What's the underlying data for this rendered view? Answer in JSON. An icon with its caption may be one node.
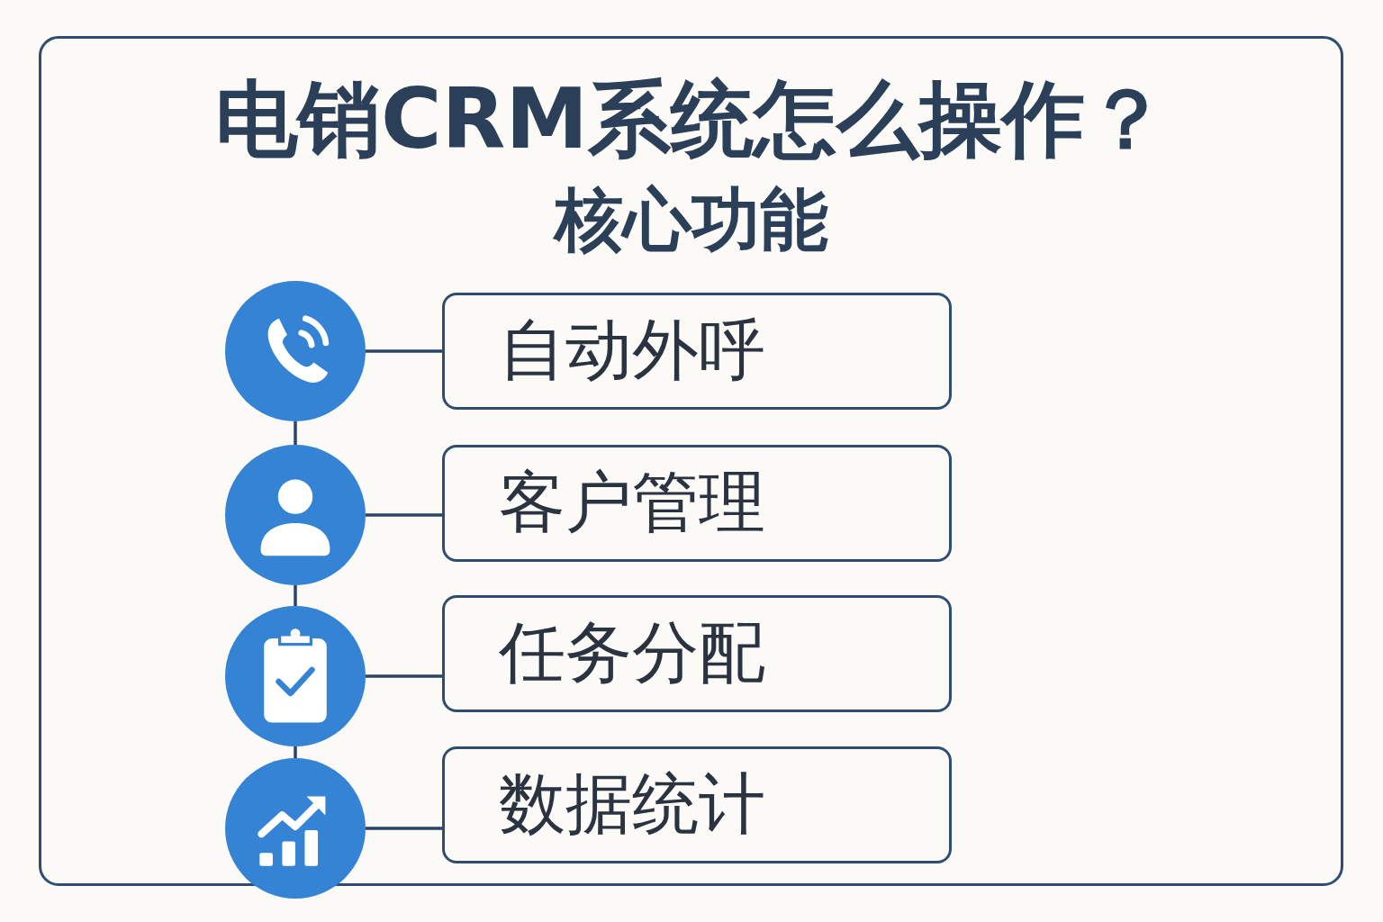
{
  "diagram": {
    "title": "电销CRM系统怎么操作？",
    "nodes": [
      {
        "text": [],
        "shape": "circle"
      },
      {
        "text": [
          "自动外呼"
        ]
      },
      {
        "text": [],
        "shape": "circle"
      },
      {
        "text": [
          "客户管理"
        ]
      },
      {
        "text": [],
        "shape": "circle"
      },
      {
        "text": [
          "任务分配"
        ]
      },
      {
        "text": [],
        "shape": "circle"
      },
      {
        "text": [
          "数据统计"
        ]
      }
    ],
    "edges": [
      {
        "from": 0,
        "to": 1,
        "arrow": "none"
      },
      {
        "from": 2,
        "to": 3,
        "arrow": "none"
      },
      {
        "from": 4,
        "to": 5,
        "arrow": "none"
      },
      {
        "from": 6,
        "to": 7,
        "arrow": "none"
      },
      {
        "from": 0,
        "to": 2,
        "arrow": "none"
      },
      {
        "from": 2,
        "to": 4,
        "arrow": "none"
      },
      {
        "from": 4,
        "to": 6,
        "arrow": "none"
      }
    ],
    "labels": [
      "核心功能"
    ]
  }
}
